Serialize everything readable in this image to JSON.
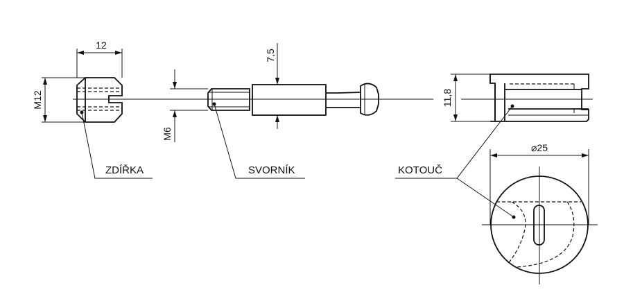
{
  "labels": {
    "socket": "ZDÍŘKA",
    "bolt": "SVORNÍK",
    "disc": "KOTOUČ"
  },
  "dimensions": {
    "socket_length": "12",
    "socket_thread": "M12",
    "bolt_thread": "M6",
    "bolt_diameter": "7,5",
    "disc_height": "11,8",
    "disc_diameter": "⌀25"
  }
}
